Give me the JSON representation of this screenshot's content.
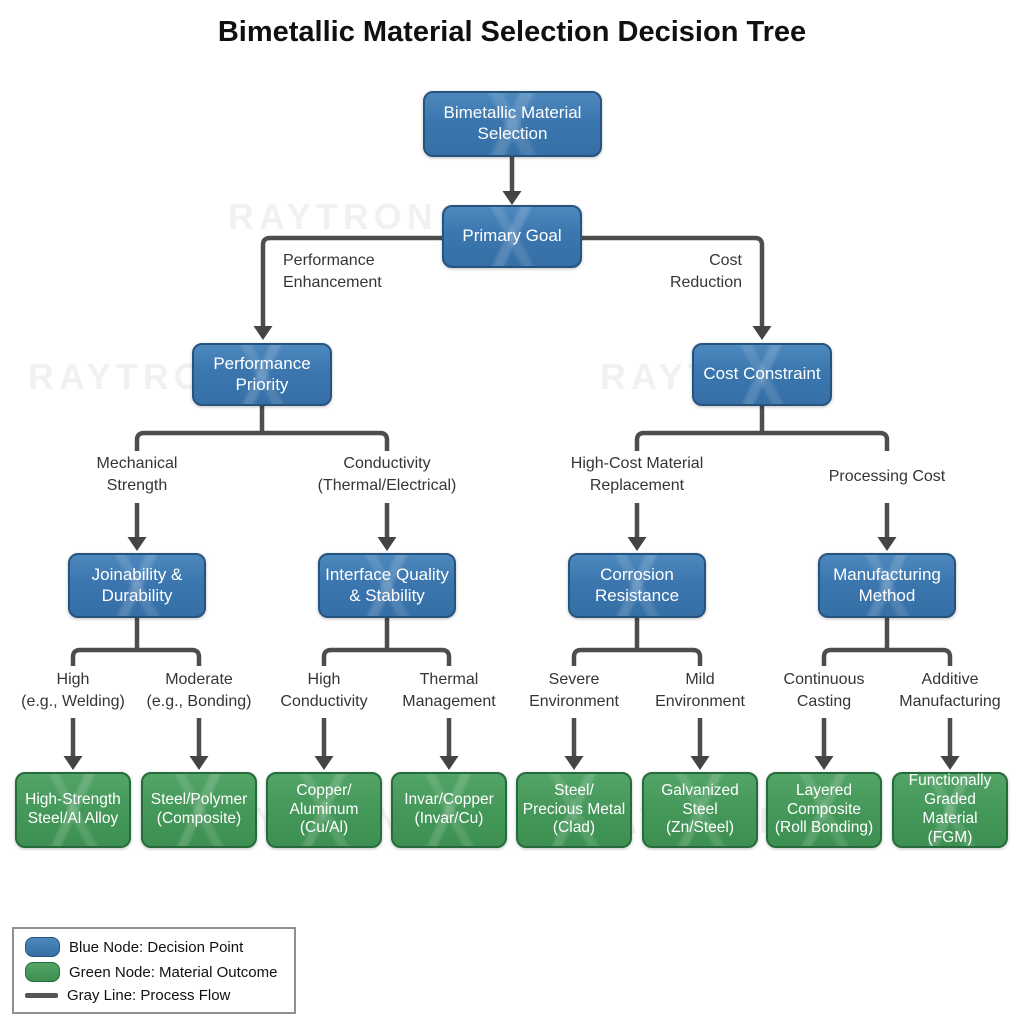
{
  "title": "Bimetallic Material Selection Decision Tree",
  "watermark": "RAYTRON",
  "colors": {
    "decision_node_fill": "#3b76af",
    "decision_node_border": "#27547e",
    "outcome_node_fill": "#439758",
    "outcome_node_border": "#276a3b",
    "flow_line": "#4d4d4d",
    "edge_label_text": "#353535",
    "node_text": "#ffffff"
  },
  "tree": {
    "root": "Bimetallic Material\nSelection",
    "primary_goal": "Primary Goal",
    "branch_labels": {
      "left": "Performance\nEnhancement",
      "right": "Cost\nReduction"
    },
    "level2": [
      {
        "label": "Performance\nPriority"
      },
      {
        "label": "Cost Constraint"
      }
    ],
    "criteria_labels": [
      "Mechanical\nStrength",
      "Conductivity\n(Thermal/Electrical)",
      "High-Cost Material\nReplacement",
      "Processing Cost"
    ],
    "level3": [
      "Joinability &\nDurability",
      "Interface Quality\n& Stability",
      "Corrosion\nResistance",
      "Manufacturing\nMethod"
    ],
    "option_labels": [
      "High\n(e.g., Welding)",
      "Moderate\n(e.g., Bonding)",
      "High\nConductivity",
      "Thermal\nManagement",
      "Severe\nEnvironment",
      "Mild\nEnvironment",
      "Continuous\nCasting",
      "Additive\nManufacturing"
    ],
    "outcomes": [
      "High-Strength\nSteel/Al Alloy",
      "Steel/Polymer\n(Composite)",
      "Copper/\nAluminum\n(Cu/Al)",
      "Invar/Copper\n(Invar/Cu)",
      "Steel/\nPrecious Metal\n(Clad)",
      "Galvanized\nSteel\n(Zn/Steel)",
      "Layered\nComposite\n(Roll Bonding)",
      "Functionally\nGraded\nMaterial (FGM)"
    ]
  },
  "legend": {
    "items": [
      {
        "label": "Blue Node: Decision Point"
      },
      {
        "label": "Green Node: Material Outcome"
      },
      {
        "label": "Gray Line: Process Flow"
      }
    ]
  }
}
